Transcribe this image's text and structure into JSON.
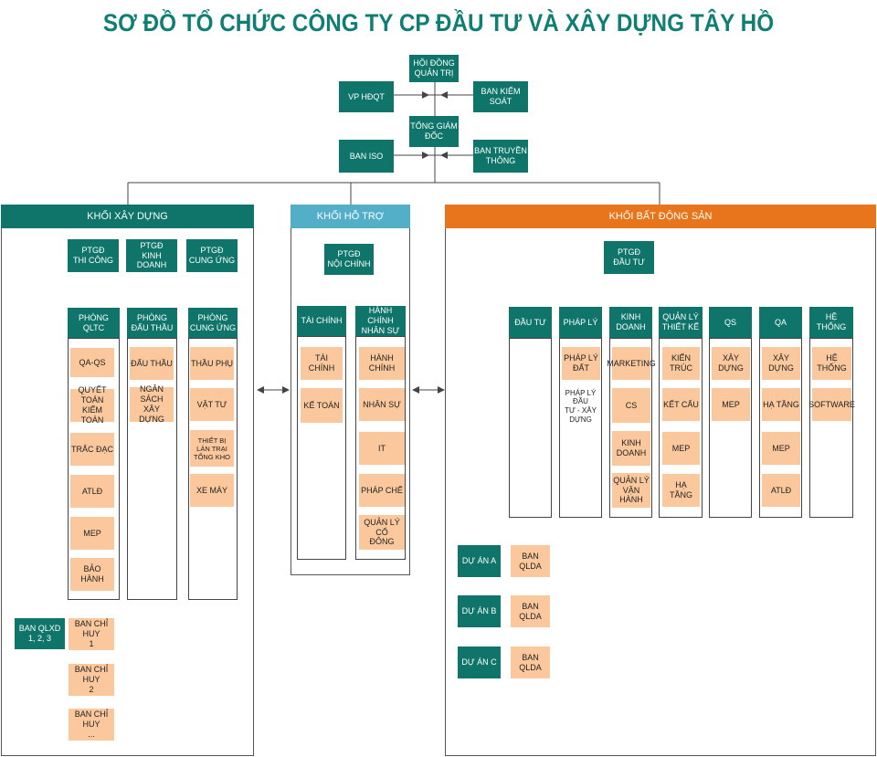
{
  "title": "SƠ ĐỒ TỔ CHỨC CÔNG TY CP ĐẦU TƯ VÀ XÂY DỰNG TÂY HỒ",
  "colors": {
    "teal": "#0f756a",
    "support": "#53aec8",
    "realestate": "#e8751c",
    "unit": "#fac89c"
  },
  "top": {
    "board": "HỘI ĐỒNG\nQUẢN TRỊ",
    "vp_board": "VP HĐQT",
    "supervisory": "BAN KIỂM SOÁT",
    "ceo": "TỔNG GIÁM\nĐỐC",
    "iso": "BAN ISO",
    "media": "BAN TRUYỀN\nTHÔNG"
  },
  "construction": {
    "header": "KHỐI XÂY DỰNG",
    "deputies": [
      "PTGĐ\nTHI CÔNG",
      "PTGĐ\nKINH DOANH",
      "PTGĐ\nCUNG ỨNG"
    ],
    "departments": [
      "PHÒNG\nQLTC",
      "PHÒNG\nĐẤU THẦU",
      "PHÒNG\nCUNG ỨNG"
    ],
    "qltc_units": [
      "QA-QS",
      "QUYẾT TOÁN\nKIỂM TOÁN",
      "TRẮC ĐẠC",
      "ATLĐ",
      "MEP",
      "BẢO HÀNH"
    ],
    "bidding_units": [
      "ĐẤU THẦU",
      "NGÂN SÁCH\nXÂY DỰNG"
    ],
    "supply_units": [
      "THẦU PHỤ",
      "VẬT TƯ",
      "THIẾT BỊ\nLÁN TRẠI\nTỔNG KHO",
      "XE MÁY"
    ],
    "project_board": "BAN QLXD\n1, 2, 3",
    "command_boards": [
      "BAN CHỈ HUY\n1",
      "BAN CHỈ HUY\n2",
      "BAN CHỈ HUY\n..."
    ]
  },
  "support": {
    "header": "KHỐI HỖ TRỢ",
    "deputy": "PTGĐ\nNỘI CHÍNH",
    "departments": [
      "TÀI CHÍNH",
      "HÀNH CHÍNH\nNHÂN SỰ"
    ],
    "finance_units": [
      "TÀI CHÍNH",
      "KẾ TOÁN"
    ],
    "admin_units": [
      "HÀNH CHÍNH",
      "NHÂN SỰ",
      "IT",
      "PHÁP CHẾ",
      "QUẢN LÝ CỔ\nĐÔNG"
    ]
  },
  "realestate": {
    "header": "KHỐI BẤT ĐỘNG SẢN",
    "deputy": "PTGĐ\nĐẦU TƯ",
    "departments": [
      "ĐẦU TƯ",
      "PHÁP LÝ",
      "KINH DOANH",
      "QUẢN LÝ\nTHIẾT KẾ",
      "QS",
      "QA",
      "HỆ THỐNG"
    ],
    "legal_units": [
      "PHÁP LÝ\nĐẤT",
      "PHÁP LÝ ĐẦU\nTƯ - XÂY\nDỰNG"
    ],
    "business_units": [
      "MARKETING",
      "CS",
      "KINH\nDOANH",
      "QUẢN LÝ\nVẬN HÀNH"
    ],
    "design_units": [
      "KIẾN TRÚC",
      "KẾT CẤU",
      "MEP",
      "HẠ TẦNG"
    ],
    "qs_units": [
      "XÂY DỰNG",
      "MEP"
    ],
    "qa_units": [
      "XÂY DỰNG",
      "HẠ TẦNG",
      "MEP",
      "ATLĐ"
    ],
    "system_units": [
      "HỆ THỐNG",
      "SOFTWARE"
    ],
    "projects": [
      "DỰ ÁN A",
      "DỰ ÁN B",
      "DỰ ÁN C"
    ],
    "project_boards": [
      "BAN QLDA",
      "BAN QLDA",
      "BAN QLDA"
    ]
  }
}
